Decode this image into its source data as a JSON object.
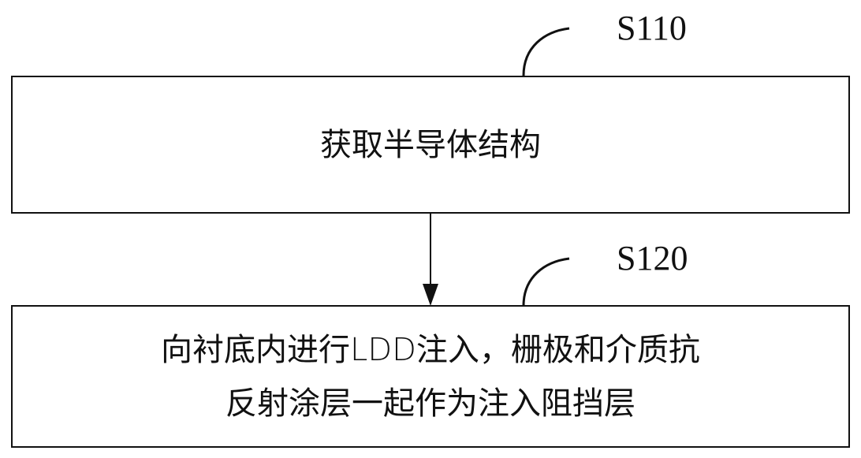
{
  "steps": [
    {
      "id": "S110",
      "lines": [
        "获取半导体结构"
      ]
    },
    {
      "id": "S120",
      "lines": [
        "向衬底内进行LDD注入，栅极和介质抗",
        "反射涂层一起作为注入阻挡层"
      ]
    }
  ]
}
